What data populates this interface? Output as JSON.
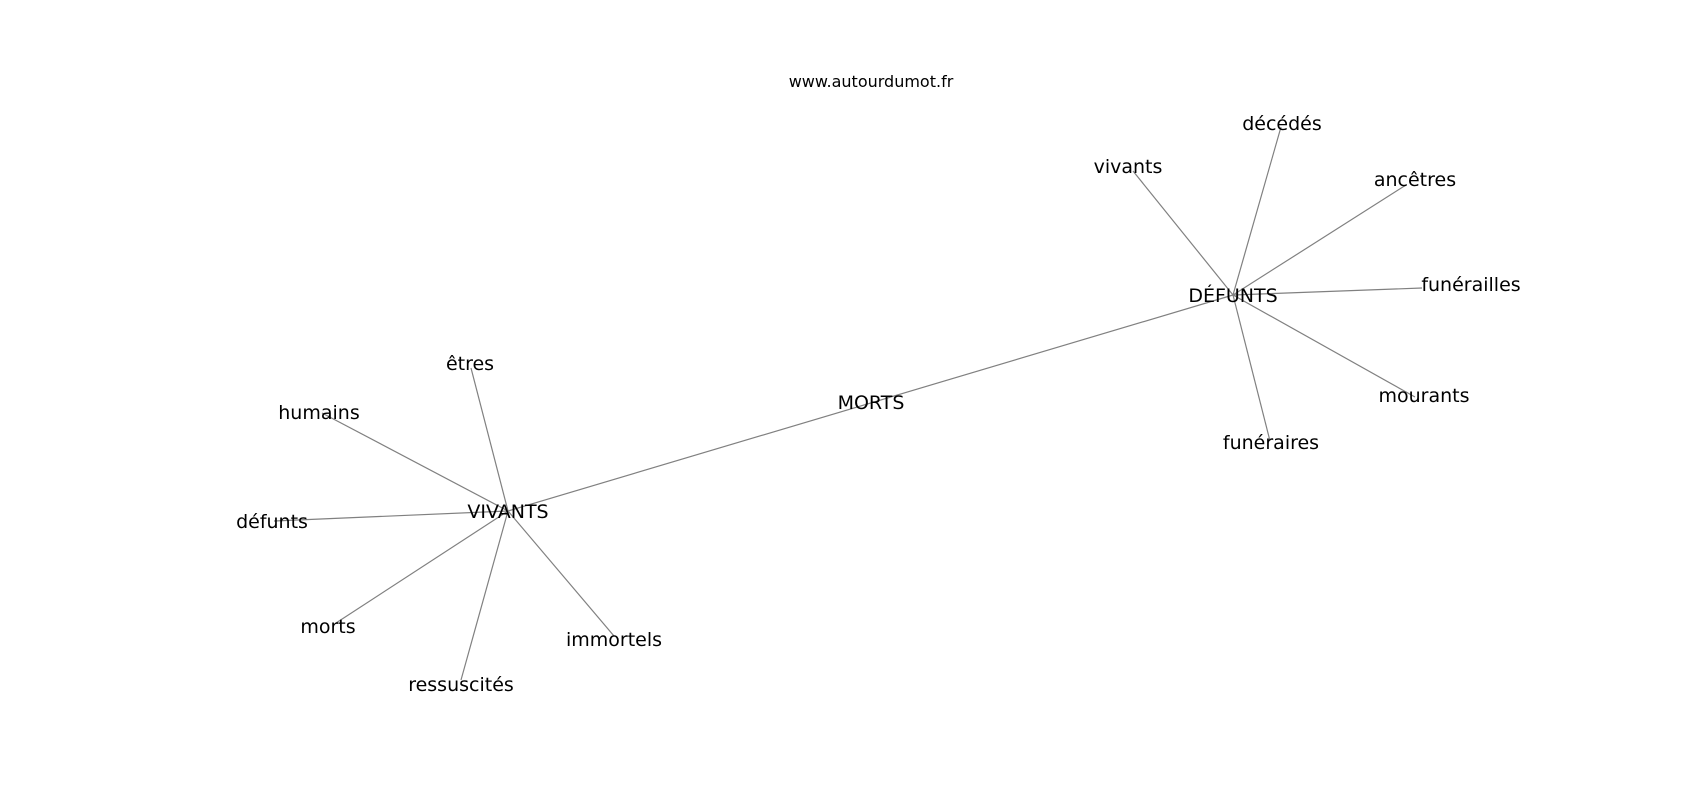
{
  "watermark": "www.autourdumot.fr",
  "colors": {
    "edge": "#808080",
    "text": "#000000",
    "background": "#ffffff"
  },
  "graph": {
    "nodes": [
      {
        "id": "morts_center",
        "label": "MORTS"
      },
      {
        "id": "vivants_hub",
        "label": "VIVANTS"
      },
      {
        "id": "defunts_hub",
        "label": "DÉFUNTS"
      },
      {
        "id": "etres",
        "label": "êtres"
      },
      {
        "id": "humains",
        "label": "humains"
      },
      {
        "id": "defunts",
        "label": "défunts"
      },
      {
        "id": "morts",
        "label": "morts"
      },
      {
        "id": "ressuscites",
        "label": "ressuscités"
      },
      {
        "id": "immortels",
        "label": "immortels"
      },
      {
        "id": "vivants",
        "label": "vivants"
      },
      {
        "id": "decedes",
        "label": "décédés"
      },
      {
        "id": "ancetres",
        "label": "ancêtres"
      },
      {
        "id": "funerailles",
        "label": "funérailles"
      },
      {
        "id": "mourants",
        "label": "mourants"
      },
      {
        "id": "funeraires",
        "label": "funéraires"
      }
    ],
    "edges": [
      [
        "vivants_hub",
        "defunts_hub"
      ],
      [
        "vivants_hub",
        "etres"
      ],
      [
        "vivants_hub",
        "humains"
      ],
      [
        "vivants_hub",
        "defunts"
      ],
      [
        "vivants_hub",
        "morts"
      ],
      [
        "vivants_hub",
        "ressuscites"
      ],
      [
        "vivants_hub",
        "immortels"
      ],
      [
        "defunts_hub",
        "vivants"
      ],
      [
        "defunts_hub",
        "decedes"
      ],
      [
        "defunts_hub",
        "ancetres"
      ],
      [
        "defunts_hub",
        "funerailles"
      ],
      [
        "defunts_hub",
        "mourants"
      ],
      [
        "defunts_hub",
        "funeraires"
      ]
    ]
  }
}
